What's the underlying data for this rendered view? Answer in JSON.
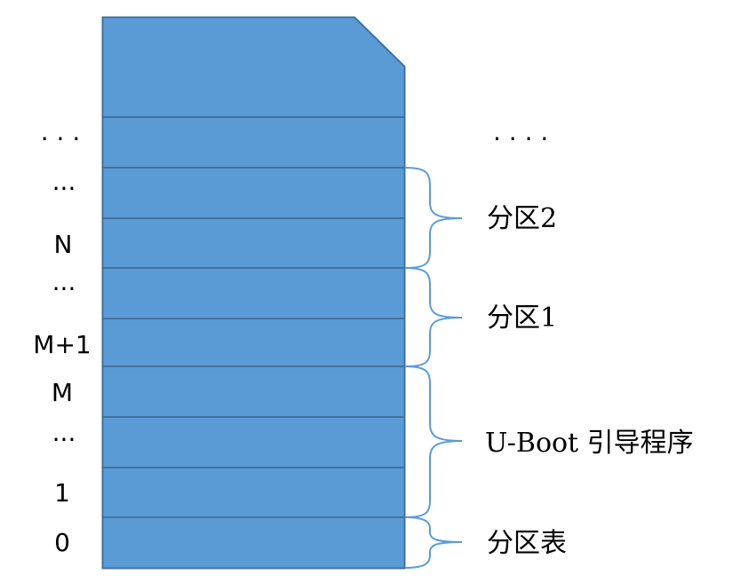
{
  "colors": {
    "block_fill": "#5B9BD5",
    "block_stroke": "#41719C",
    "brace": "#5B9BD5"
  },
  "left_labels": [
    "· · ·",
    "···",
    "N",
    "···",
    "M+1",
    "M",
    "···",
    "1",
    "0"
  ],
  "right_labels": {
    "top_ellipsis": "· · · ·",
    "partition2": "分区2",
    "partition1": "分区1",
    "uboot": "U-Boot 引导程序",
    "partition_table": "分区表"
  }
}
